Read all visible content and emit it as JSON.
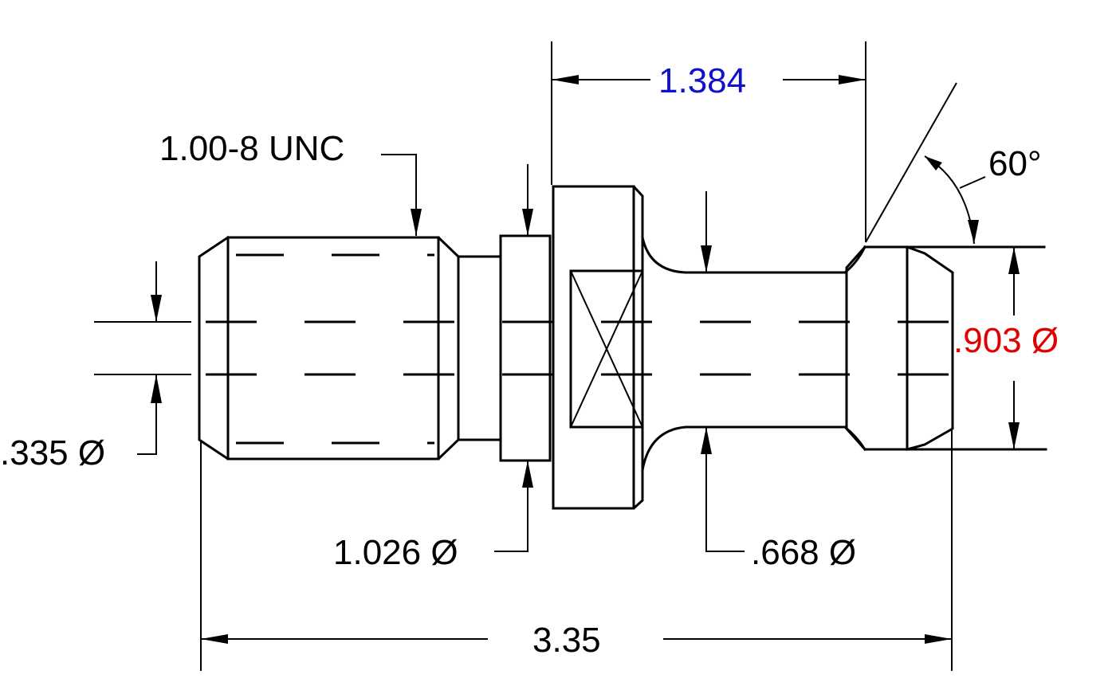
{
  "dimensions": {
    "thread": "1.00-8 UNC",
    "length_top": "1.384",
    "angle": "60°",
    "dia_right": ".903 Ø",
    "dia_left": ".335 Ø",
    "dia_flange": "1.026 Ø",
    "dia_neck": ".668 Ø",
    "overall_length": "3.35"
  },
  "colors": {
    "line": "#000000",
    "length_top": "#1010d0",
    "dia_right": "#e00000"
  }
}
